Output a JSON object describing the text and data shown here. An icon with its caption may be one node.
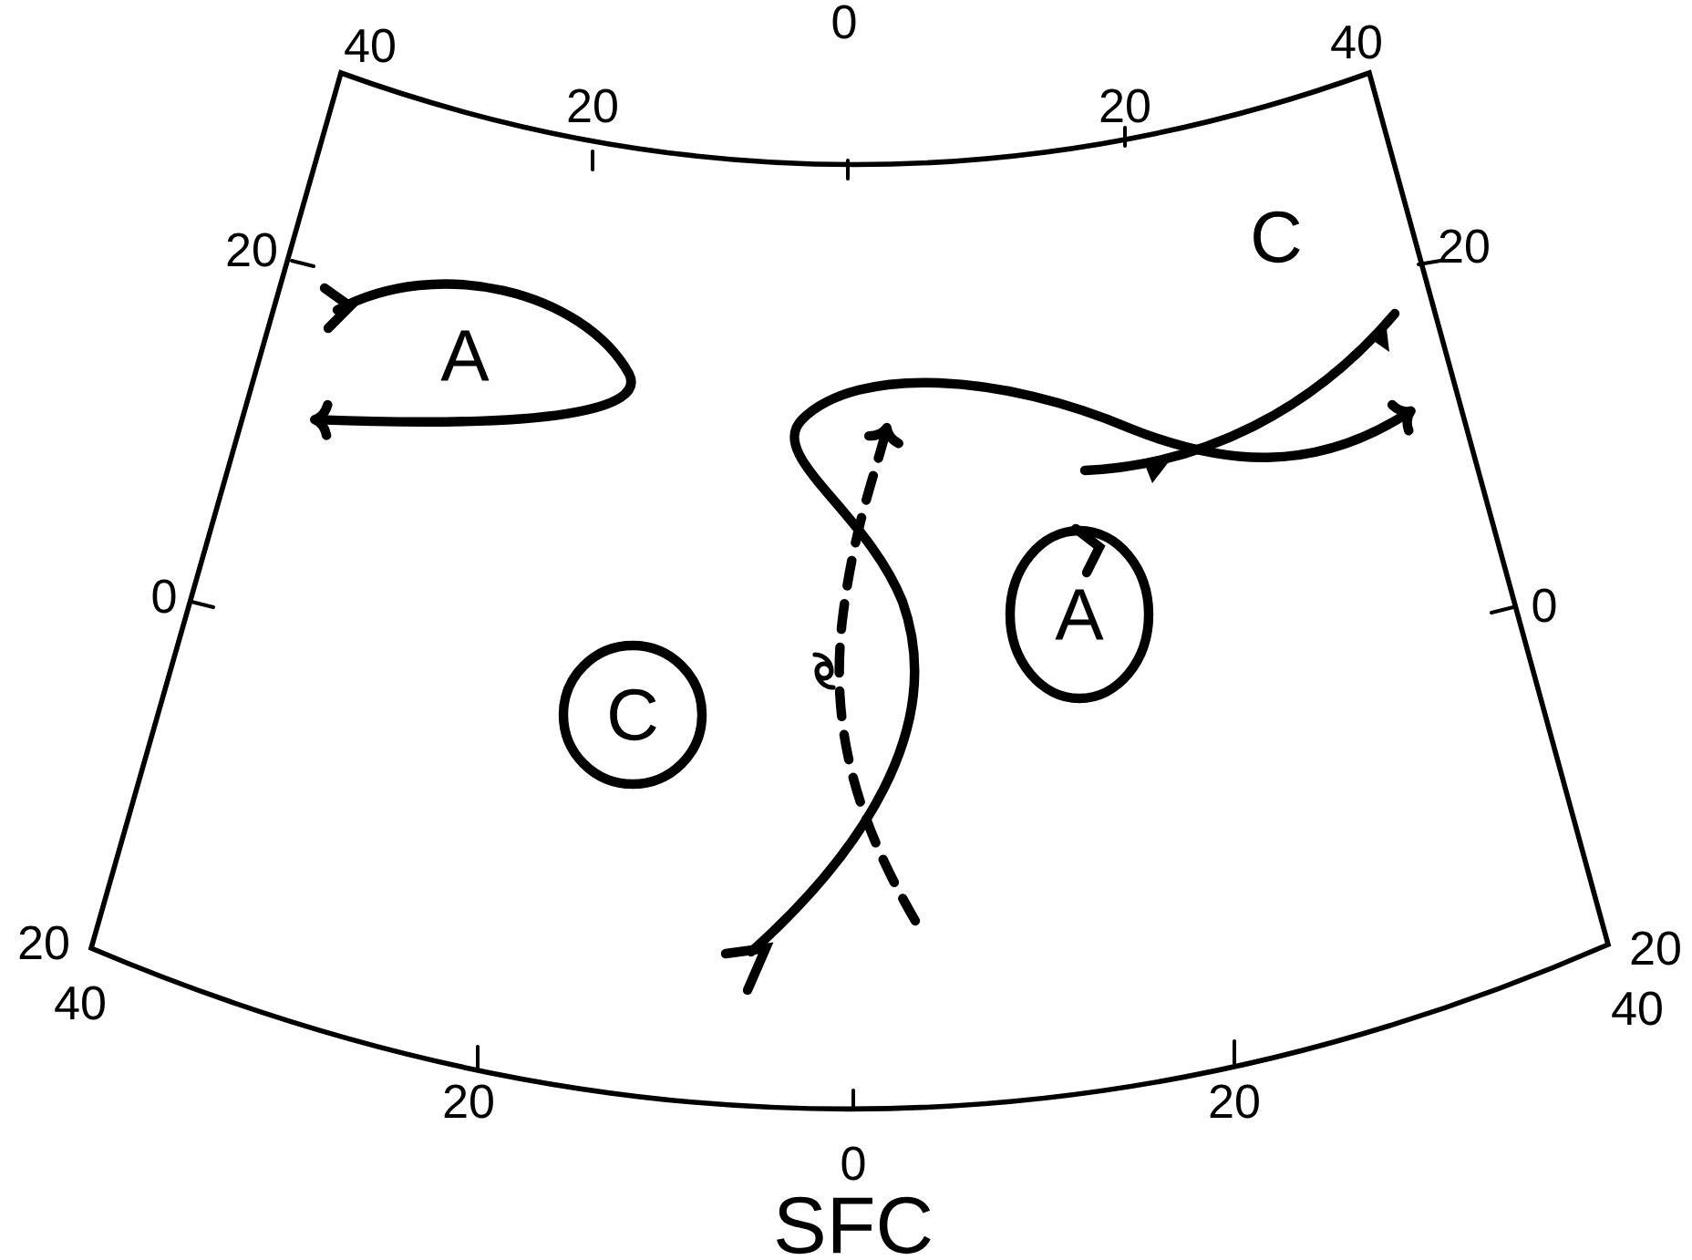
{
  "diagram": {
    "caption": "SFC",
    "nodes": [
      {
        "text": [
          "C"
        ]
      },
      {
        "text": [
          "A"
        ]
      }
    ],
    "labels": [
      "40",
      "20",
      "0",
      "20",
      "40",
      "C",
      "20",
      "20",
      "A",
      "0",
      "0",
      "20",
      "20",
      "40",
      "40",
      "20",
      "20",
      "0"
    ]
  }
}
